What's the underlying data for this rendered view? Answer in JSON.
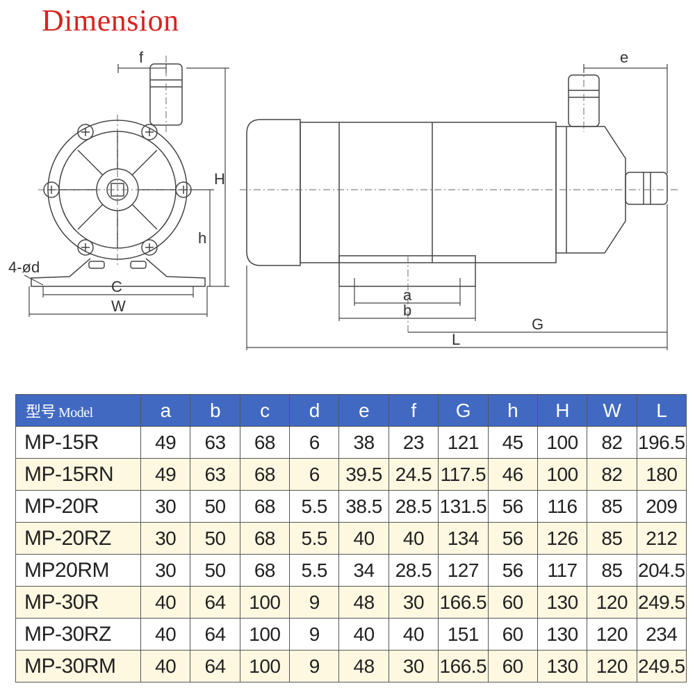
{
  "title": "Dimension",
  "drawing": {
    "labels": {
      "f": "f",
      "H": "H",
      "h": "h",
      "d": "4-ød",
      "C": "C",
      "W": "W",
      "e": "e",
      "a": "a",
      "b": "b",
      "G": "G",
      "L": "L"
    }
  },
  "table": {
    "header": {
      "model_cn": "型号",
      "model_en": "Model",
      "columns": [
        "a",
        "b",
        "c",
        "d",
        "e",
        "f",
        "G",
        "h",
        "H",
        "W",
        "L"
      ]
    },
    "rows": [
      {
        "model": "MP-15R",
        "values": [
          "49",
          "63",
          "68",
          "6",
          "38",
          "23",
          "121",
          "45",
          "100",
          "82",
          "196.5"
        ]
      },
      {
        "model": "MP-15RN",
        "values": [
          "49",
          "63",
          "68",
          "6",
          "39.5",
          "24.5",
          "117.5",
          "46",
          "100",
          "82",
          "180"
        ]
      },
      {
        "model": "MP-20R",
        "values": [
          "30",
          "50",
          "68",
          "5.5",
          "38.5",
          "28.5",
          "131.5",
          "56",
          "116",
          "85",
          "209"
        ]
      },
      {
        "model": "MP-20RZ",
        "values": [
          "30",
          "50",
          "68",
          "5.5",
          "40",
          "40",
          "134",
          "56",
          "126",
          "85",
          "212"
        ]
      },
      {
        "model": "MP20RM",
        "values": [
          "30",
          "50",
          "68",
          "5.5",
          "34",
          "28.5",
          "127",
          "56",
          "117",
          "85",
          "204.5"
        ]
      },
      {
        "model": "MP-30R",
        "values": [
          "40",
          "64",
          "100",
          "9",
          "48",
          "30",
          "166.5",
          "60",
          "130",
          "120",
          "249.5"
        ]
      },
      {
        "model": "MP-30RZ",
        "values": [
          "40",
          "64",
          "100",
          "9",
          "40",
          "40",
          "151",
          "60",
          "130",
          "120",
          "234"
        ]
      },
      {
        "model": "MP-30RM",
        "values": [
          "40",
          "64",
          "100",
          "9",
          "48",
          "30",
          "166.5",
          "60",
          "130",
          "120",
          "249.5"
        ]
      }
    ]
  }
}
